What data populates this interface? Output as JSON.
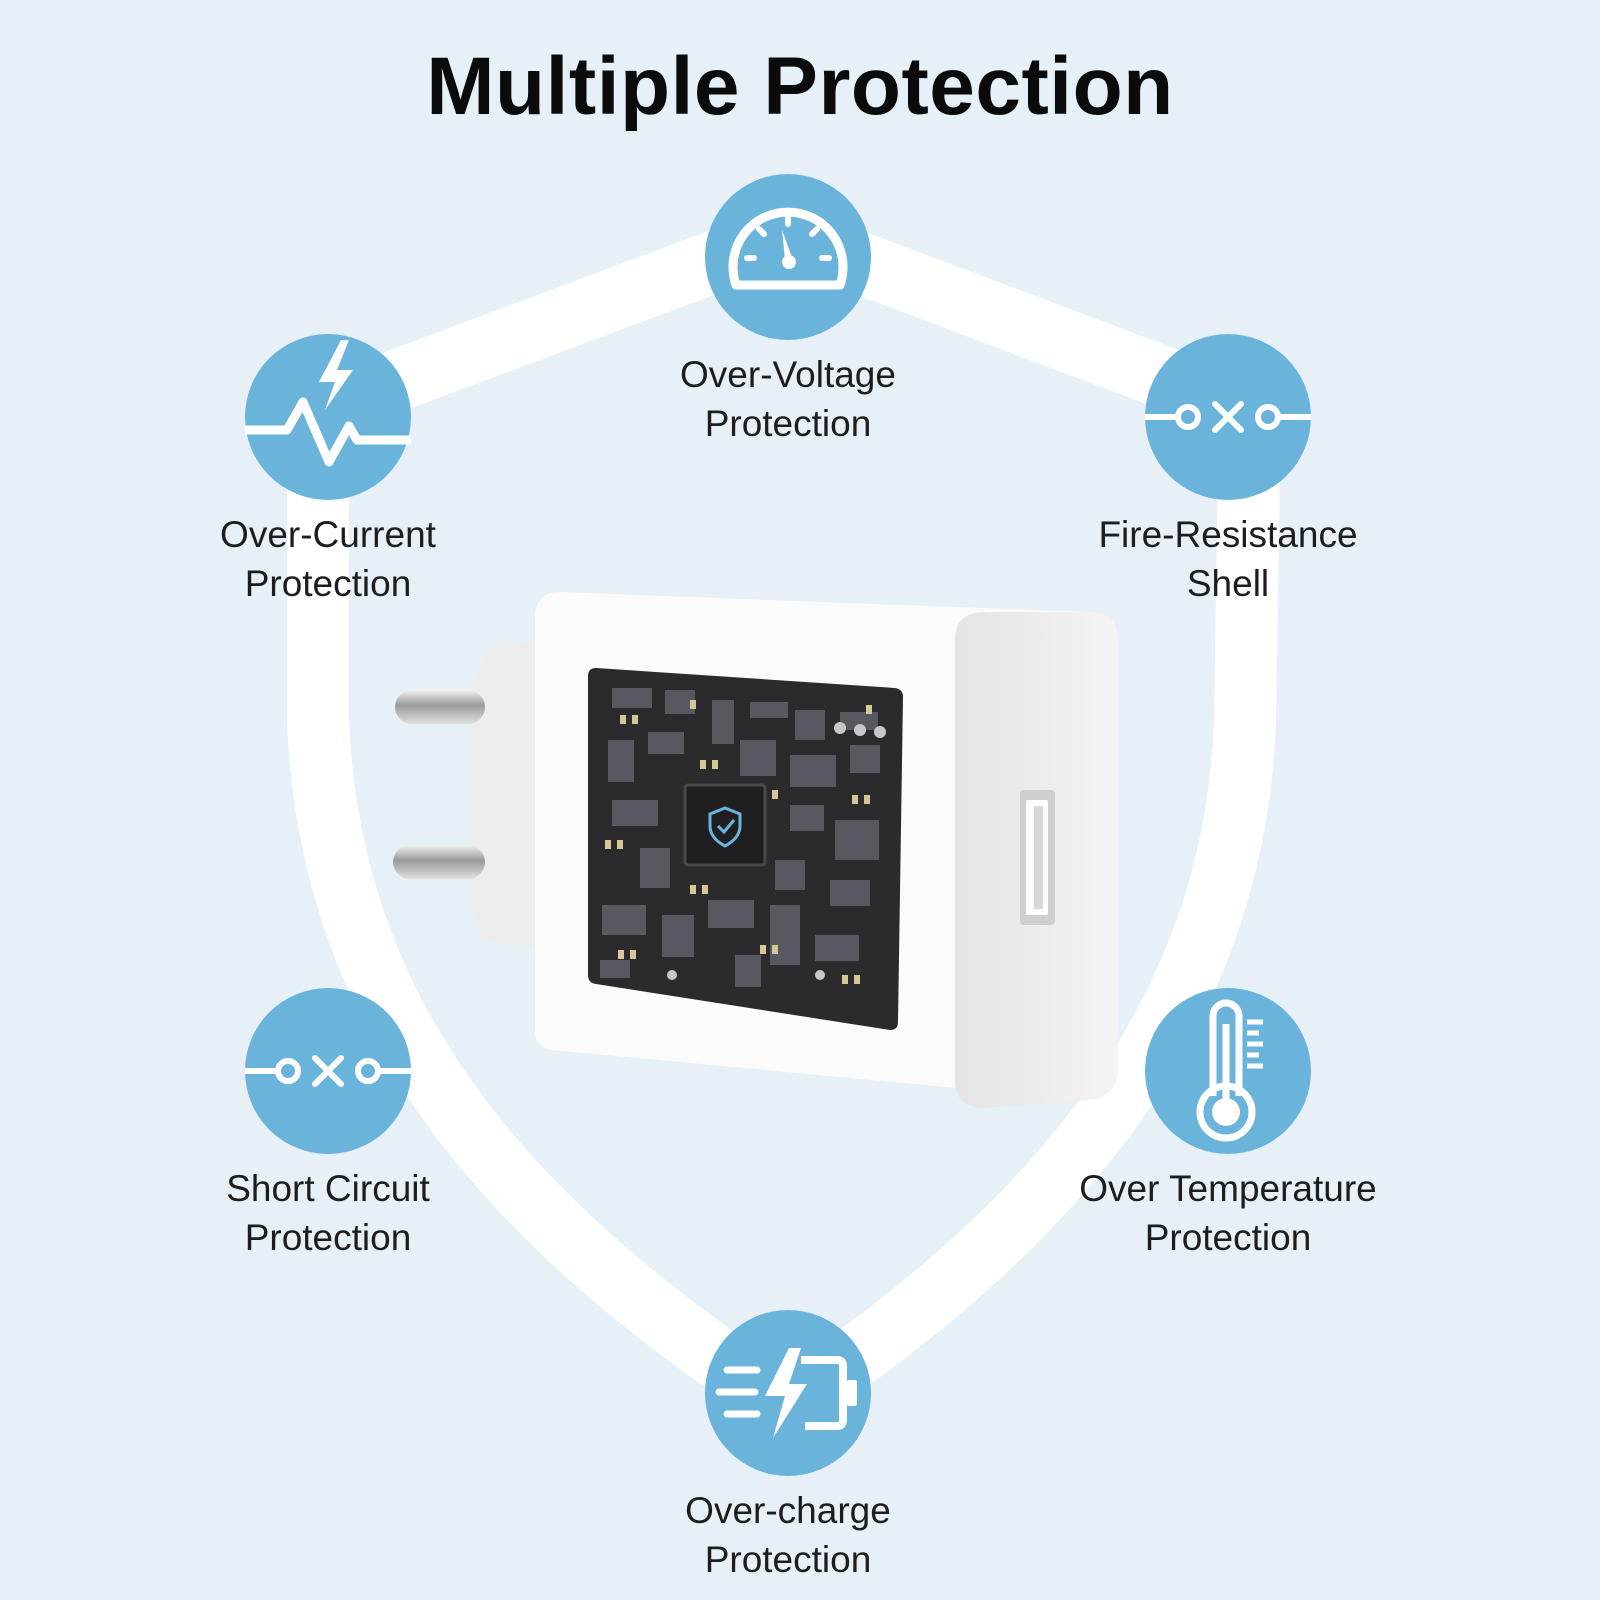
{
  "title": "Multiple Protection",
  "theme": {
    "background": "#e7f0f7",
    "accent": "#6ab4dc",
    "shield": "#ffffff"
  },
  "features": [
    {
      "id": "over-voltage",
      "icon": "speedometer-icon",
      "line1": "Over-Voltage",
      "line2": "Protection"
    },
    {
      "id": "over-current",
      "icon": "lightning-pulse-icon",
      "line1": "Over-Current",
      "line2": "Protection"
    },
    {
      "id": "fire-resistance",
      "icon": "circuit-break-icon",
      "line1": "Fire-Resistance",
      "line2": "Shell"
    },
    {
      "id": "short-circuit",
      "icon": "circuit-break-icon",
      "line1": "Short Circuit",
      "line2": "Protection"
    },
    {
      "id": "over-temperature",
      "icon": "thermometer-icon",
      "line1": "Over Temperature",
      "line2": "Protection"
    },
    {
      "id": "over-charge",
      "icon": "battery-charge-icon",
      "line1": "Over-charge",
      "line2": "Protection"
    }
  ],
  "product": {
    "icon": "usb-wall-charger-icon"
  }
}
